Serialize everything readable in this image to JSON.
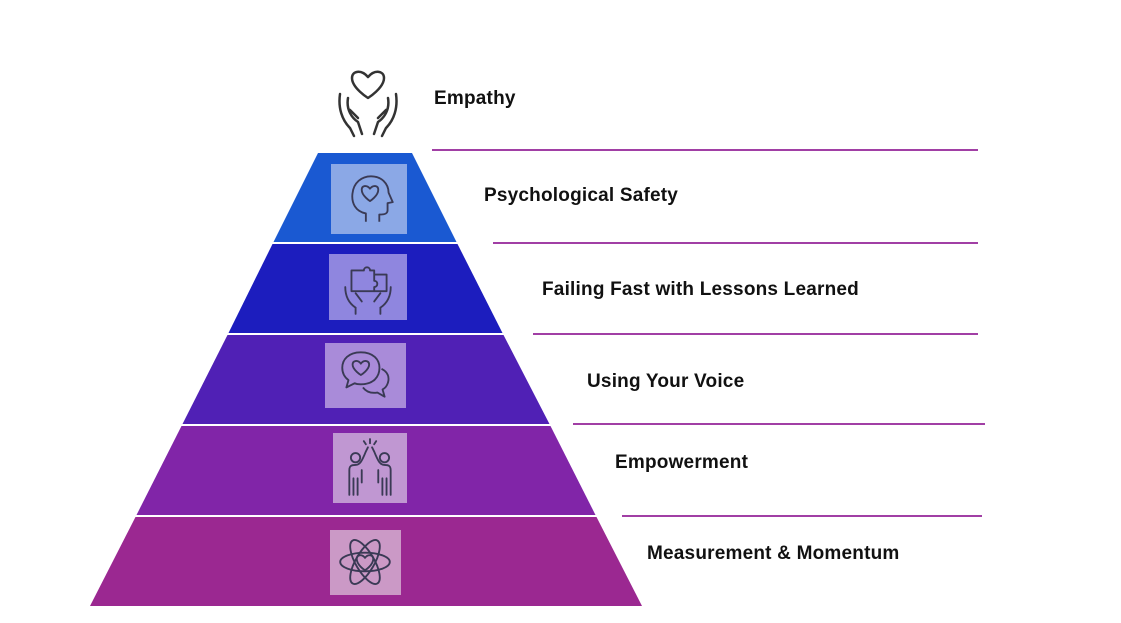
{
  "top_item": {
    "label": "Empathy",
    "icon": "heart-in-hands-icon"
  },
  "tiers": [
    {
      "label": "Psychological Safety",
      "icon": "head-heart-icon",
      "color": "#1a59d2",
      "icon_bg": "#8ba8e6"
    },
    {
      "label": "Failing Fast with Lessons  Learned",
      "icon": "puzzle-hands-icon",
      "color": "#1c1dbe",
      "icon_bg": "#8f86df"
    },
    {
      "label": "Using Your Voice",
      "icon": "speech-bubbles-heart-icon",
      "color": "#5020b5",
      "icon_bg": "#a98bd9"
    },
    {
      "label": "Empowerment",
      "icon": "high-five-icon",
      "color": "#8125a8",
      "icon_bg": "#c097d2"
    },
    {
      "label": "Measurement & Momentum",
      "icon": "atom-heart-icon",
      "color": "#9b2891",
      "icon_bg": "#cb99c6"
    }
  ],
  "colors": {
    "rule_line": "#a13fa5",
    "icon_stroke": "#333333"
  }
}
